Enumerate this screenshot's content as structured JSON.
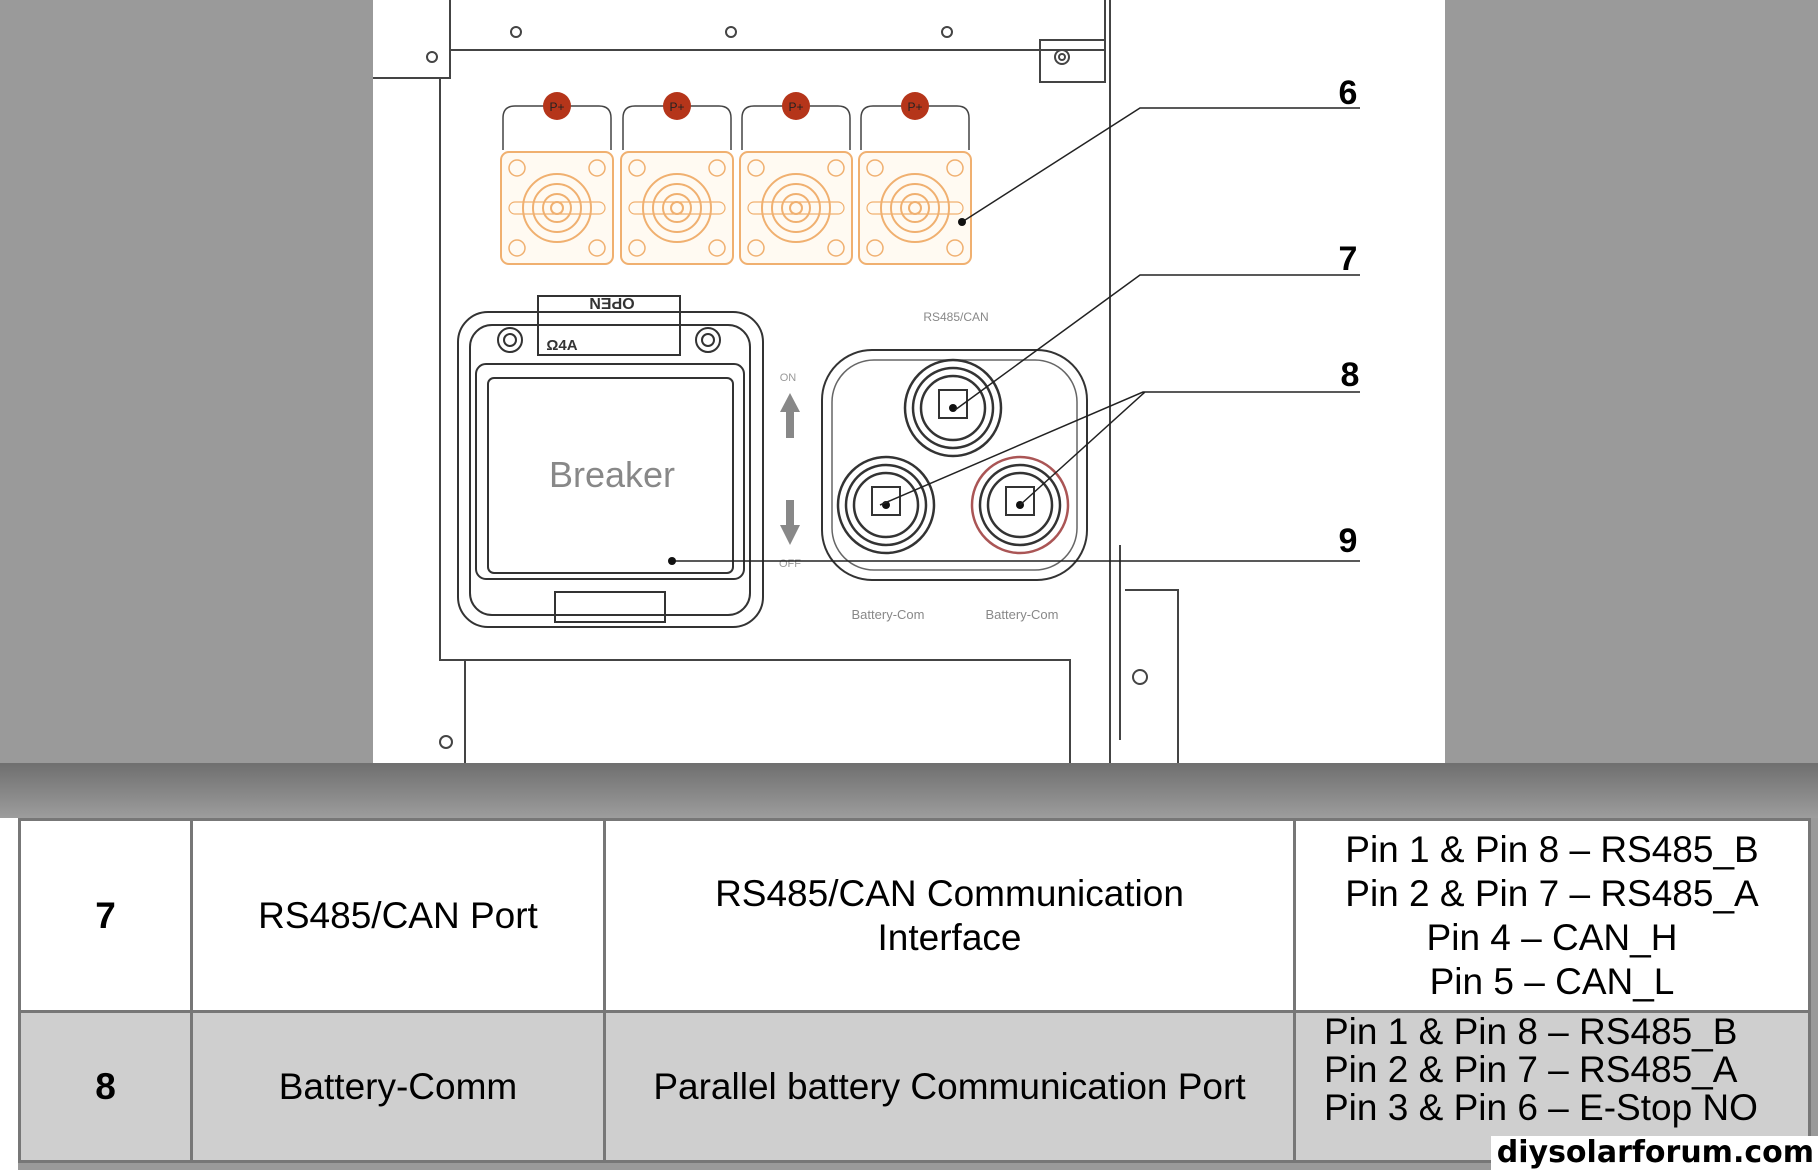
{
  "diagram": {
    "callouts": [
      "6",
      "7",
      "8",
      "9"
    ],
    "breaker_label": "Breaker",
    "open_label": "OPEN",
    "rating_label": "Ω4A",
    "on_label": "ON",
    "off_label": "OFF",
    "rs485_label": "RS485/CAN",
    "battery_com_label_1": "Battery-Com",
    "battery_com_label_2": "Battery-Com",
    "terminal_label": "P+",
    "terminal_color": "#b5351a",
    "connector_color": "#f0b070"
  },
  "table": {
    "rows": [
      {
        "number": "7",
        "name": "RS485/CAN Port",
        "description": "RS485/CAN Communication Interface",
        "pins": [
          "Pin 1 & Pin 8 – RS485_B",
          "Pin 2 & Pin 7 – RS485_A",
          "Pin 4 – CAN_H",
          "Pin 5 – CAN_L"
        ]
      },
      {
        "number": "8",
        "name": "Battery-Comm",
        "description": "Parallel battery Communication Port",
        "pins": [
          "Pin 1 & Pin 8 – RS485_B",
          "Pin 2 & Pin 7 – RS485_A",
          "Pin 3 & Pin 6 – E-Stop NO"
        ]
      }
    ]
  },
  "watermark": "diysolarforum.com"
}
